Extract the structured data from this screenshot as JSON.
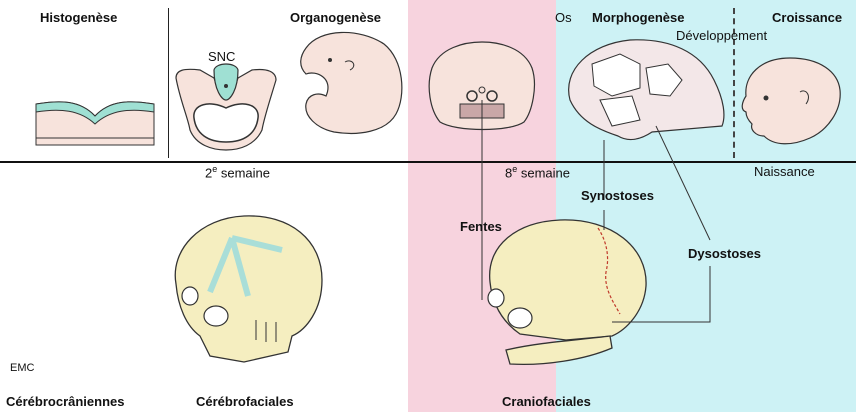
{
  "stages": {
    "histogenese": "Histogenèse",
    "organogenese": "Organogenèse",
    "os": "Os",
    "morphogenese": "Morphogenèse",
    "croissance": "Croissance",
    "developpement": "Développement"
  },
  "labels": {
    "snc": "SNC",
    "fentes": "Fentes",
    "synostoses": "Synostoses",
    "dysostoses": "Dysostoses",
    "emc": "EMC"
  },
  "timeline": {
    "week2_num": "2",
    "week2_sup": "e",
    "week2_text": "semaine",
    "week8_num": "8",
    "week8_sup": "e",
    "week8_text": "semaine",
    "naissance": "Naissance"
  },
  "categories": {
    "cerebrocraniennes": "Cérébrocrâniennes",
    "cerebrofaciales": "Cérébrofaciales",
    "craniofaciales": "Craniofaciales"
  },
  "colors": {
    "pink_band": "#f7d3de",
    "cyan_band": "#cdf2f5",
    "bone": "#f5eec0",
    "neural": "#9fe0d3"
  }
}
